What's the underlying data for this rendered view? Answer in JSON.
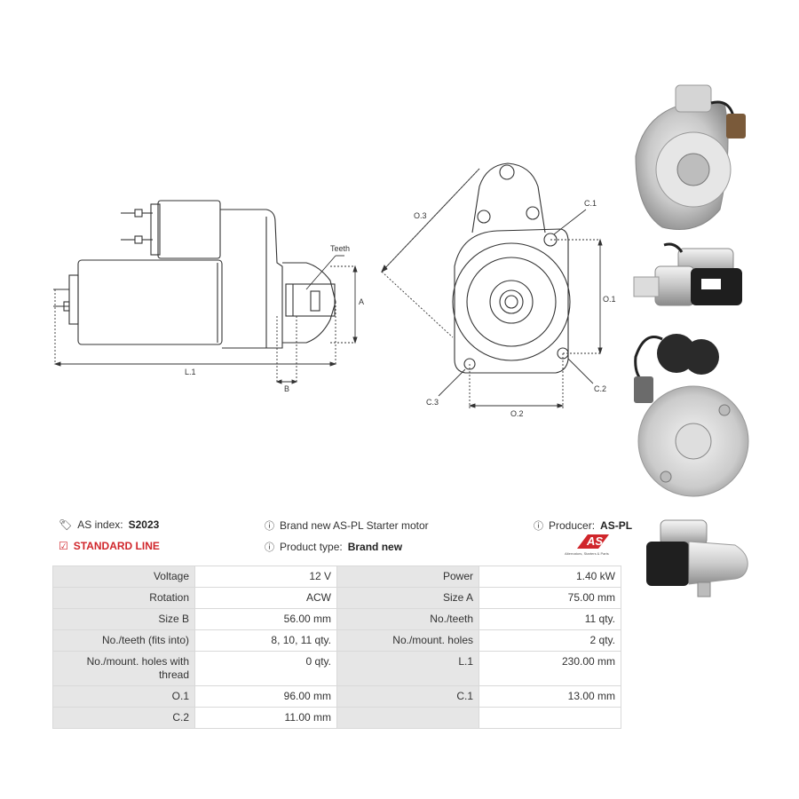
{
  "drawing": {
    "labels": {
      "teeth": "Teeth",
      "a": "A",
      "b": "B",
      "l1": "L.1",
      "o3": "O.3",
      "c1": "C.1",
      "o1": "O.1",
      "c2": "C.2",
      "c3": "C.3",
      "o2": "O.2"
    }
  },
  "info": {
    "as_index_label": "AS index:",
    "as_index_value": "S2023",
    "standard_line": "STANDARD LINE",
    "description": "Brand new AS-PL Starter motor",
    "product_type_label": "Product type:",
    "product_type_value": "Brand new",
    "producer_label": "Producer:",
    "producer_value": "AS-PL",
    "logo_text": "AS",
    "logo_tagline": "Alternators, Starters & Parts"
  },
  "specs": {
    "rows": [
      {
        "l1": "Voltage",
        "v1": "12 V",
        "l2": "Power",
        "v2": "1.40 kW"
      },
      {
        "l1": "Rotation",
        "v1": "ACW",
        "l2": "Size A",
        "v2": "75.00 mm"
      },
      {
        "l1": "Size B",
        "v1": "56.00 mm",
        "l2": "No./teeth",
        "v2": "11 qty."
      },
      {
        "l1": "No./teeth (fits into)",
        "v1": "8, 10, 11 qty.",
        "l2": "No./mount. holes",
        "v2": "2 qty."
      },
      {
        "l1": "No./mount. holes with thread",
        "v1": "0 qty.",
        "l2": "L.1",
        "v2": "230.00 mm"
      },
      {
        "l1": "O.1",
        "v1": "96.00 mm",
        "l2": "C.1",
        "v2": "13.00 mm"
      },
      {
        "l1": "C.2",
        "v1": "11.00 mm",
        "l2": "",
        "v2": ""
      }
    ]
  }
}
